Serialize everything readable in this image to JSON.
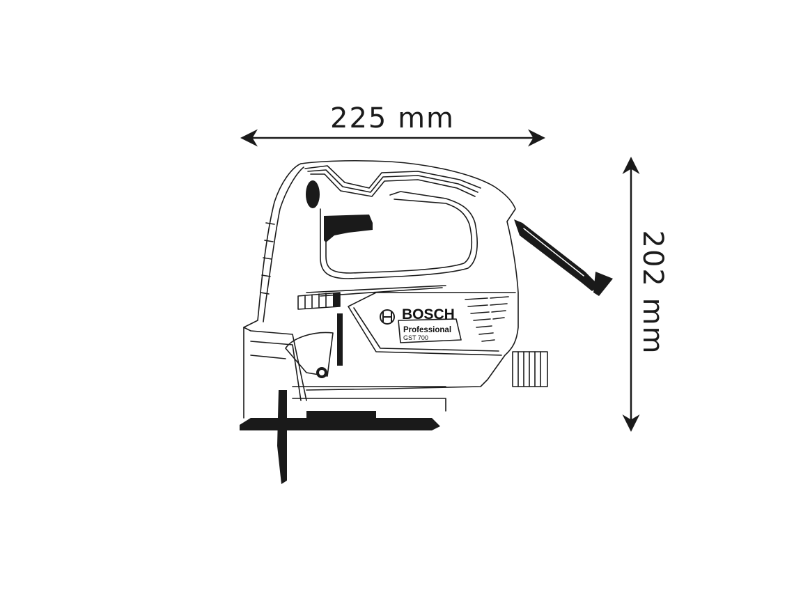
{
  "diagram": {
    "subject": "jigsaw side-view dimension drawing",
    "dimensions": {
      "width": {
        "value": 225,
        "unit": "mm",
        "label": "225 mm"
      },
      "height": {
        "value": 202,
        "unit": "mm",
        "label": "202 mm"
      }
    },
    "branding": {
      "brand": "BOSCH",
      "line": "Professional",
      "model": "GST 700"
    },
    "colors": {
      "line": "#1a1a1a",
      "background": "#ffffff"
    }
  }
}
